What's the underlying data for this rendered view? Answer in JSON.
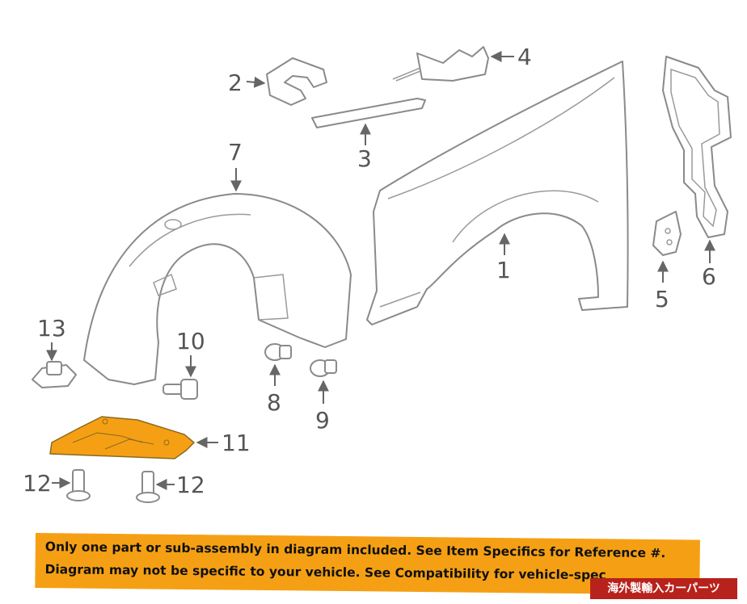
{
  "diagram": {
    "callouts": {
      "c1": "1",
      "c2": "2",
      "c3": "3",
      "c4": "4",
      "c5": "5",
      "c6": "6",
      "c7": "7",
      "c8": "8",
      "c9": "9",
      "c10": "10",
      "c11": "11",
      "c12a": "12",
      "c12b": "12",
      "c13": "13"
    },
    "highlight_color": "#f5a014",
    "part_stroke_color": "#8a8a8a"
  },
  "banner": {
    "line1": "Only one part or sub-assembly in diagram included. See Item Specifics for Reference #.",
    "line2": "Diagram may not be specific to your vehicle. See Compatibility for vehicle-spec",
    "color": "#f5a014"
  },
  "stamp": {
    "text": "海外製輸入カーパーツ",
    "color": "#b8221c"
  }
}
